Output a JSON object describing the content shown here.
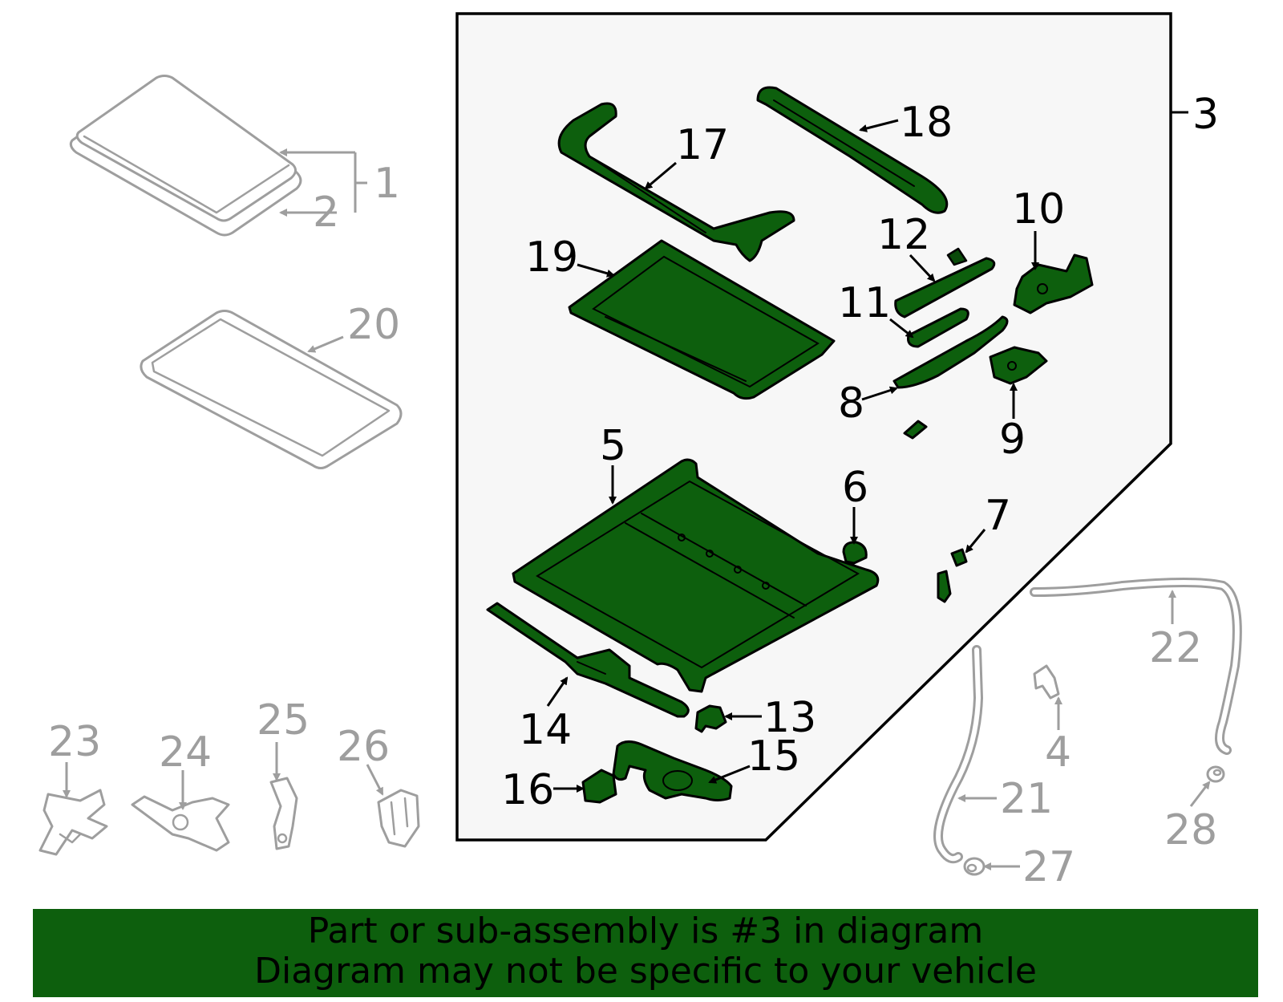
{
  "callouts": {
    "c1": "1",
    "c2": "2",
    "c3": "3",
    "c4": "4",
    "c5": "5",
    "c6": "6",
    "c7": "7",
    "c8": "8",
    "c9": "9",
    "c10": "10",
    "c11": "11",
    "c12": "12",
    "c13": "13",
    "c14": "14",
    "c15": "15",
    "c16": "16",
    "c17": "17",
    "c18": "18",
    "c19": "19",
    "c20": "20",
    "c21": "21",
    "c22": "22",
    "c23": "23",
    "c24": "24",
    "c25": "25",
    "c26": "26",
    "c27": "27",
    "c28": "28"
  },
  "highlight_color": "#0d5f0d",
  "outline_color": "#9e9e9e",
  "banner": {
    "line1": "Part or sub-assembly is #3 in diagram",
    "line2": "Diagram may not be specific to your vehicle"
  }
}
